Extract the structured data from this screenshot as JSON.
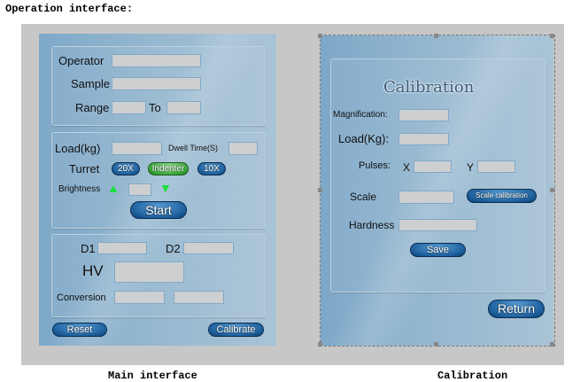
{
  "heading": "Operation interface:",
  "captions": {
    "main": "Main interface",
    "calibration": "Calibration"
  },
  "main": {
    "operator": "Operator",
    "sample": "Sample",
    "range": "Range",
    "to": "To",
    "load": "Load(kg)",
    "dwell": "Dwell Time(S)",
    "turret": "Turret",
    "turret_buttons": [
      "20X",
      "Indenter",
      "10X"
    ],
    "brightness": "Brightness",
    "start": "Start",
    "d1": "D1",
    "d2": "D2",
    "hv": "HV",
    "conversion": "Conversion",
    "reset": "Reset",
    "calibrate": "Calibrate"
  },
  "calibration": {
    "title": "Calibration",
    "magnification": "Magnification:",
    "load": "Load(Kg):",
    "pulses": "Pulses:",
    "x": "X",
    "y": "Y",
    "scale": "Scale",
    "scale_calibration": "Scale calibration",
    "hardness": "Hardness",
    "save": "Save",
    "return": "Return"
  },
  "colors": {
    "panel": "#8eb4d0",
    "button": "#1d5f9c",
    "active": "#3aa83a"
  }
}
